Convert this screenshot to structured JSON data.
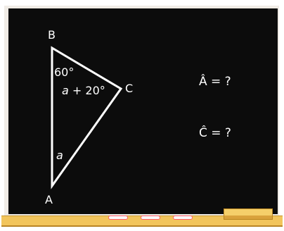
{
  "diagram": {
    "vertices": {
      "B": "B",
      "C": "C",
      "A": "A"
    },
    "angles": {
      "b": "60°",
      "c_var": "a",
      "c_rest": " + 20°",
      "a": "a"
    }
  },
  "questions": {
    "a_hat": "Â = ?",
    "c_hat": "Ĉ = ?"
  },
  "colors": {
    "board": "#0c0c0c",
    "chalk_line": "#ffffff",
    "tray": "#f2c55c",
    "eraser": "#f5cf6a"
  }
}
